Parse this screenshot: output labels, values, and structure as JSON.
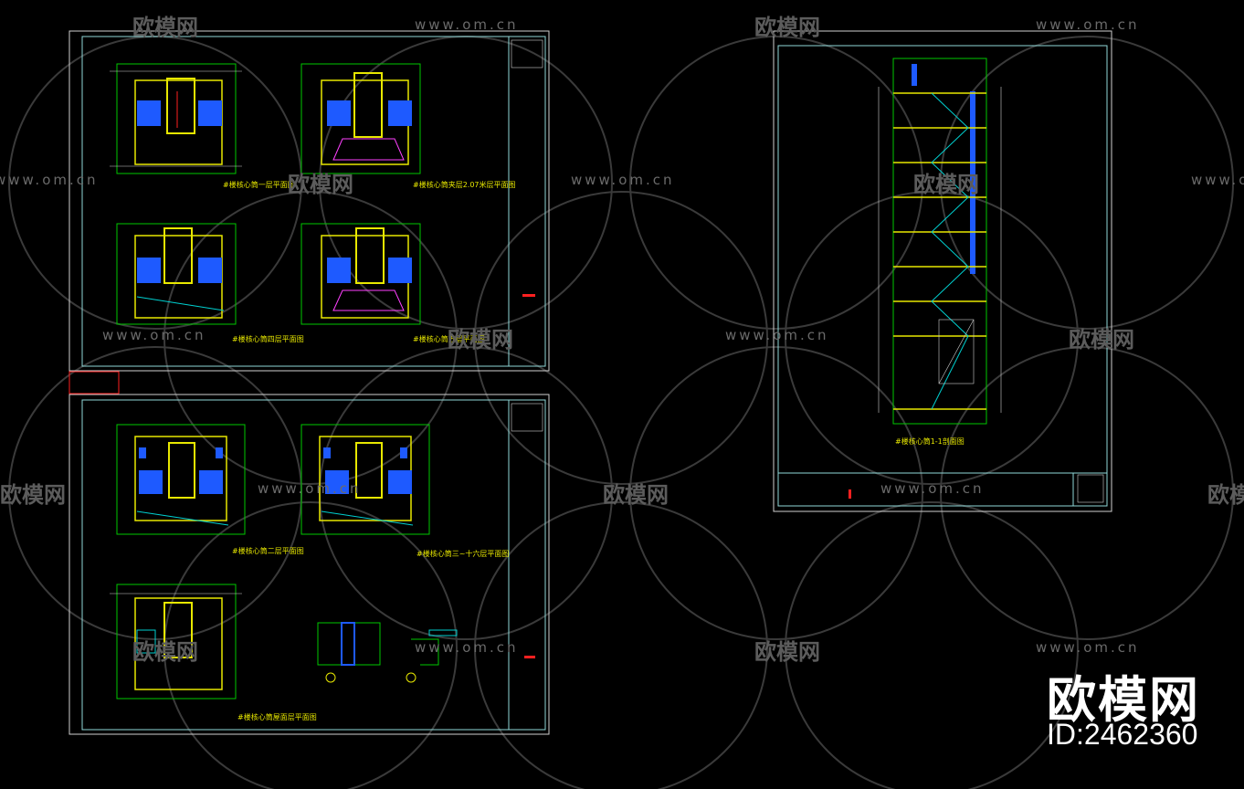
{
  "watermark": {
    "url_text": "www.om.cn",
    "cn_text": "欧模网"
  },
  "branding": {
    "name": "欧模网",
    "id_label": "ID:2462360"
  },
  "sheets": [
    {
      "captions": [
        "#楼核心筒一层平面图",
        "#楼核心筒夹层2.07米层平面图",
        "#楼核心筒四层平面图",
        "#楼核心筒五层平面图"
      ]
    },
    {
      "captions": [
        "#楼核心筒二层平面图",
        "#楼核心筒三~十六层平面图",
        "#楼核心筒屋面层平面图"
      ]
    },
    {
      "captions": [
        "#楼核心筒1-1剖面图"
      ]
    }
  ],
  "colors": {
    "background": "#000000",
    "frame": "#8fd8d8",
    "cad_yellow": "#e8e800",
    "cad_green": "#00c800",
    "cad_cyan": "#00d0d0",
    "cad_blue": "#1e5aff",
    "cad_red": "#ff2020",
    "cad_magenta": "#ff40ff",
    "watermark": "#5c5c5c",
    "brand": "#ffffff"
  }
}
